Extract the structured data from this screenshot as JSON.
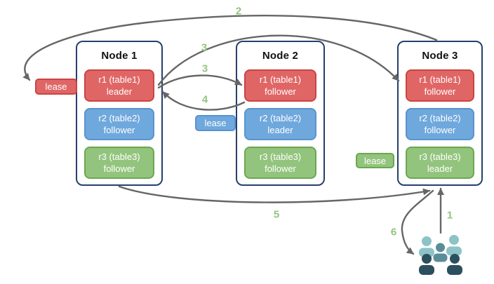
{
  "nodes": [
    {
      "title": "Node 1",
      "replicas": [
        {
          "label": "r1 (table1)",
          "role": "leader",
          "color": "red"
        },
        {
          "label": "r2 (table2)",
          "role": "follower",
          "color": "blue"
        },
        {
          "label": "r3 (table3)",
          "role": "follower",
          "color": "green"
        }
      ]
    },
    {
      "title": "Node 2",
      "replicas": [
        {
          "label": "r1 (table1)",
          "role": "follower",
          "color": "red"
        },
        {
          "label": "r2 (table2)",
          "role": "leader",
          "color": "blue"
        },
        {
          "label": "r3 (table3)",
          "role": "follower",
          "color": "green"
        }
      ]
    },
    {
      "title": "Node 3",
      "replicas": [
        {
          "label": "r1 (table1)",
          "role": "follower",
          "color": "red"
        },
        {
          "label": "r2 (table2)",
          "role": "follower",
          "color": "blue"
        },
        {
          "label": "r3 (table3)",
          "role": "leader",
          "color": "green"
        }
      ]
    }
  ],
  "leases": [
    {
      "label": "lease",
      "color": "red"
    },
    {
      "label": "lease",
      "color": "blue"
    },
    {
      "label": "lease",
      "color": "green"
    }
  ],
  "steps": {
    "s1": "1",
    "s2": "2",
    "s3a": "3",
    "s3b": "3",
    "s4": "4",
    "s5": "5",
    "s6": "6"
  },
  "icons": {
    "users": "users-group"
  },
  "colors": {
    "red_fill": "#e06666",
    "red_border": "#c94444",
    "blue_fill": "#6fa8dc",
    "blue_border": "#5b93cf",
    "green_fill": "#93c47d",
    "green_border": "#6aa84f",
    "node_border": "#26406b",
    "arrow": "#666666",
    "step_label": "#93c47d",
    "users_light": "#8dc3c7",
    "users_mid": "#5b8d98",
    "users_dark": "#2c4f5e"
  }
}
